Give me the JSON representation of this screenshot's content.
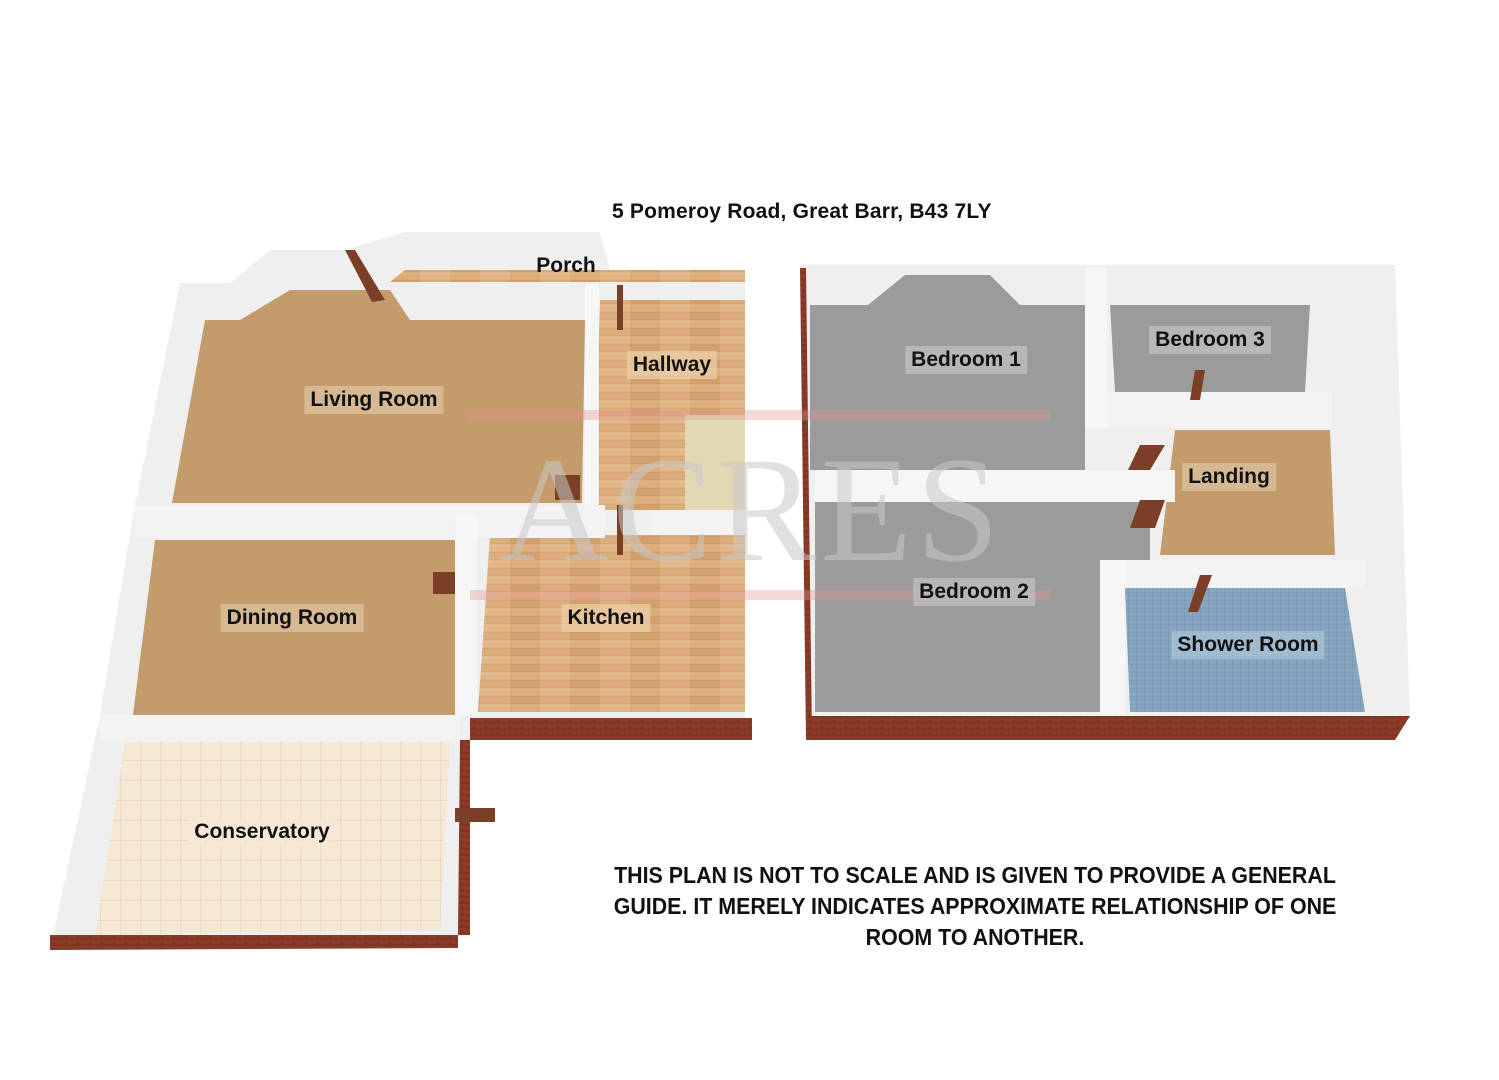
{
  "title": "5 Pomeroy Road, Great Barr, B43 7LY",
  "watermark": {
    "text": "ACRES"
  },
  "ground_floor": {
    "rooms": [
      {
        "id": "porch",
        "label": "Porch",
        "floor": "wood"
      },
      {
        "id": "hallway",
        "label": "Hallway",
        "floor": "wood"
      },
      {
        "id": "living-room",
        "label": "Living Room",
        "floor": "carpet"
      },
      {
        "id": "dining-room",
        "label": "Dining Room",
        "floor": "carpet"
      },
      {
        "id": "kitchen",
        "label": "Kitchen",
        "floor": "wood"
      },
      {
        "id": "conservatory",
        "label": "Conservatory",
        "floor": "tile"
      }
    ]
  },
  "first_floor": {
    "rooms": [
      {
        "id": "bedroom-1",
        "label": "Bedroom 1",
        "floor": "grey-carpet"
      },
      {
        "id": "bedroom-2",
        "label": "Bedroom 2",
        "floor": "grey-carpet"
      },
      {
        "id": "bedroom-3",
        "label": "Bedroom 3",
        "floor": "grey-carpet"
      },
      {
        "id": "landing",
        "label": "Landing",
        "floor": "carpet"
      },
      {
        "id": "shower-room",
        "label": "Shower Room",
        "floor": "blue-tile"
      }
    ]
  },
  "disclaimer": {
    "lines": [
      "THIS PLAN IS NOT TO SCALE AND IS GIVEN TO PROVIDE A GENERAL",
      "GUIDE. IT MERELY INDICATES APPROXIMATE RELATIONSHIP OF ONE",
      "ROOM TO ANOTHER."
    ]
  },
  "colors": {
    "carpet": "#c29a6a",
    "wood": "#d9ad7c",
    "grey_carpet": "#9b9b9b",
    "tile": "#f3e6d2",
    "blue_tile": "#7d9cb8",
    "wall": "#f2f2f2",
    "brick": "#8a3a28",
    "door": "#7a3f25"
  }
}
